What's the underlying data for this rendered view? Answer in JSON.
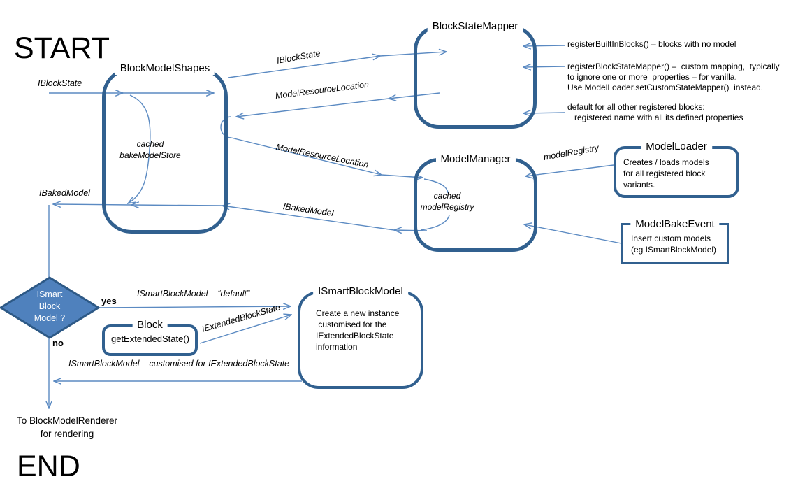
{
  "title_words": {
    "start": "START",
    "end": "END"
  },
  "boxes": {
    "block_model_shapes": {
      "title": "BlockModelShapes",
      "body": "cached\nbakeModelStore"
    },
    "block_state_mapper": {
      "title": "BlockStateMapper"
    },
    "model_manager": {
      "title": "ModelManager",
      "body": "cached\nmodelRegistry"
    },
    "model_loader": {
      "title": "ModelLoader",
      "body": "Creates / loads models\nfor all registered block\nvariants."
    },
    "model_bake_event": {
      "title": "ModelBakeEvent",
      "body": "Insert custom models\n(eg ISmartBlockModel)"
    },
    "ismart_block_model": {
      "title": "ISmartBlockModel",
      "body": "Create a new instance\n customised for the\nIExtendedBlockState\ninformation"
    },
    "block": {
      "title": "Block",
      "body": "getExtendedState()"
    }
  },
  "decision": {
    "label": "ISmart\nBlock\nModel ?",
    "yes_label": "yes",
    "no_label": "no"
  },
  "edge_labels": {
    "iblockstate_in": "IBlockState",
    "iblockstate_diag": "IBlockState",
    "mrl_upper": "ModelResourceLocation",
    "mrl_lower": "ModelResourceLocation",
    "ibakedmodel_left": "IBakedModel",
    "ibakedmodel_diag": "IBakedModel",
    "model_registry": "modelRegistry",
    "ismart_default": "ISmartBlockModel  – “default”",
    "iextended": "IExtendedBlockState",
    "ismart_customised": "ISmartBlockModel  – customised  for IExtendedBlockState"
  },
  "annotations": [
    {
      "text": "registerBuiltInBlocks() – blocks with no model"
    },
    {
      "text": "registerBlockStateMapper() –  custom mapping,  typically\nto ignore one or more  properties – for vanilla.\nUse ModelLoader.setCustomStateMapper()  instead."
    },
    {
      "text": "default for all other registered blocks:\n   registered name with all its defined properties"
    }
  ],
  "footer": {
    "to_renderer": "To BlockModelRenderer\nfor rendering"
  },
  "colors": {
    "box_border": "#31608f",
    "arrow": "#5b8ac2",
    "diamond_fill": "#4f81bd",
    "diamond_border": "#2d5986",
    "text": "#000000"
  }
}
